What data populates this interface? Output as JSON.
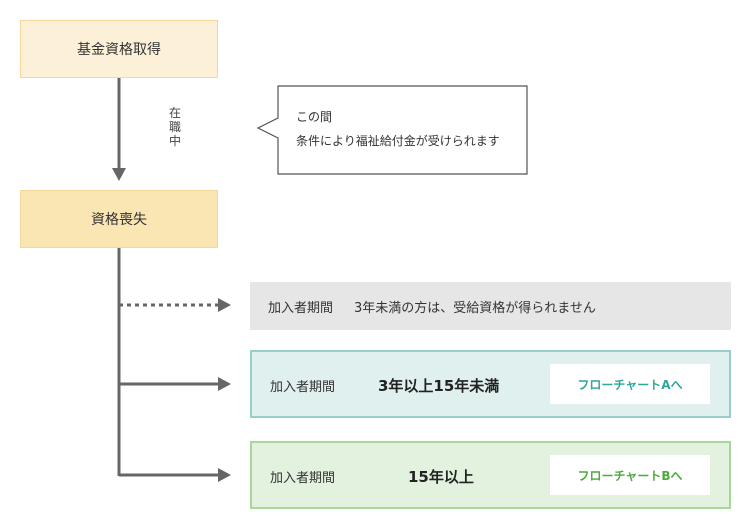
{
  "nodes": {
    "start": "基金資格取得",
    "employed": "在職中",
    "lose": "資格喪失"
  },
  "callout": {
    "line1": "この間",
    "line2": "条件により福祉給付金が受けられます"
  },
  "outcomes": [
    {
      "label": "加入者期間",
      "condition": "3年未満の方は、受給資格が得られません"
    },
    {
      "label": "加入者期間",
      "condition": "3年以上15年未満",
      "link": "フローチャートAへ"
    },
    {
      "label": "加入者期間",
      "condition": "15年以上",
      "link": "フローチャートBへ"
    }
  ],
  "colors": {
    "start_bg": "#fcf1d8",
    "lose_bg": "#fae6b2",
    "row_a_bg": "#e6e6e6",
    "row_b_bg": "#e0f0ef",
    "row_b_border": "#96cfca",
    "row_c_bg": "#e3f2df",
    "row_c_border": "#a8d79c",
    "link_a": "#2ea59d",
    "link_c": "#4caa3c",
    "connector": "#666666"
  }
}
